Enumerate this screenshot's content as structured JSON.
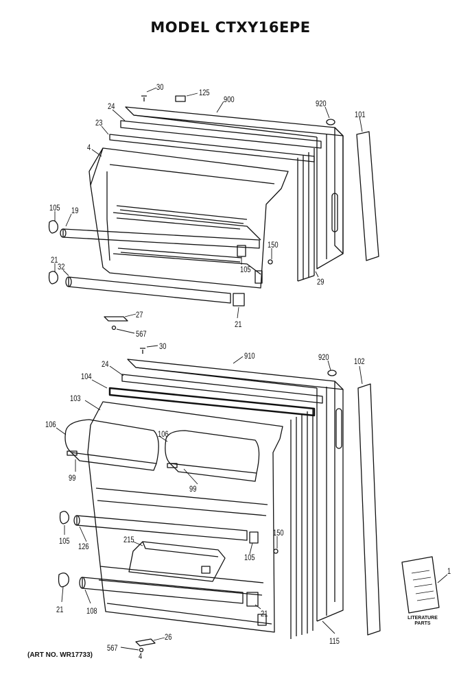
{
  "title": "MODEL CTXY16EPE",
  "art_no": "(ART NO. WR17733)",
  "literature_label_1": "LITERATURE",
  "literature_label_2": "PARTS",
  "callouts": {
    "c30_top": "30",
    "c125": "125",
    "c900": "900",
    "c920_top": "920",
    "c101": "101",
    "c24_top": "24",
    "c23": "23",
    "c4_top": "4",
    "c105_a": "105",
    "c19": "19",
    "c150_top": "150",
    "c105_b": "105",
    "c21_a": "21",
    "c32": "32",
    "c29": "29",
    "c21_b": "21",
    "c27": "27",
    "c567_top": "567",
    "c30_bot": "30",
    "c910": "910",
    "c920_bot": "920",
    "c102": "102",
    "c24_bot": "24",
    "c104": "104",
    "c103": "103",
    "c106_a": "106",
    "c106_b": "106",
    "c99_a": "99",
    "c99_b": "99",
    "c105_c": "105",
    "c126": "126",
    "c215": "215",
    "c150_bot": "150",
    "c105_d": "105",
    "c21_c": "21",
    "c108": "108",
    "c21_d": "21",
    "c115": "115",
    "c26": "26",
    "c567_bot": "567",
    "c4_bot": "4",
    "c1": "1"
  }
}
